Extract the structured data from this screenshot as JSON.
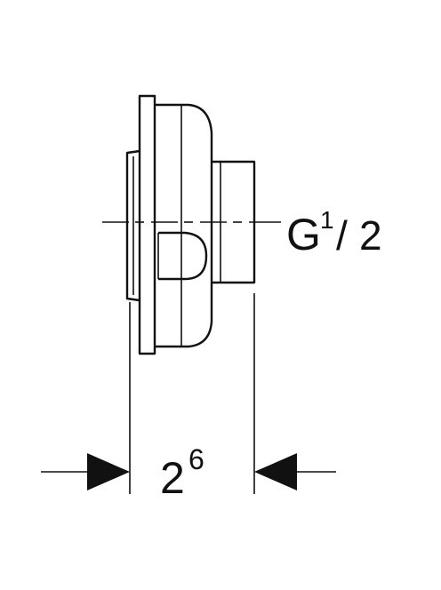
{
  "thread_label": {
    "main": "G",
    "numerator": "1",
    "slash": "/",
    "denominator": "2"
  },
  "width_dimension": {
    "base": "2",
    "superscript": "6"
  },
  "colors": {
    "line": "#111111",
    "background": "#ffffff"
  }
}
